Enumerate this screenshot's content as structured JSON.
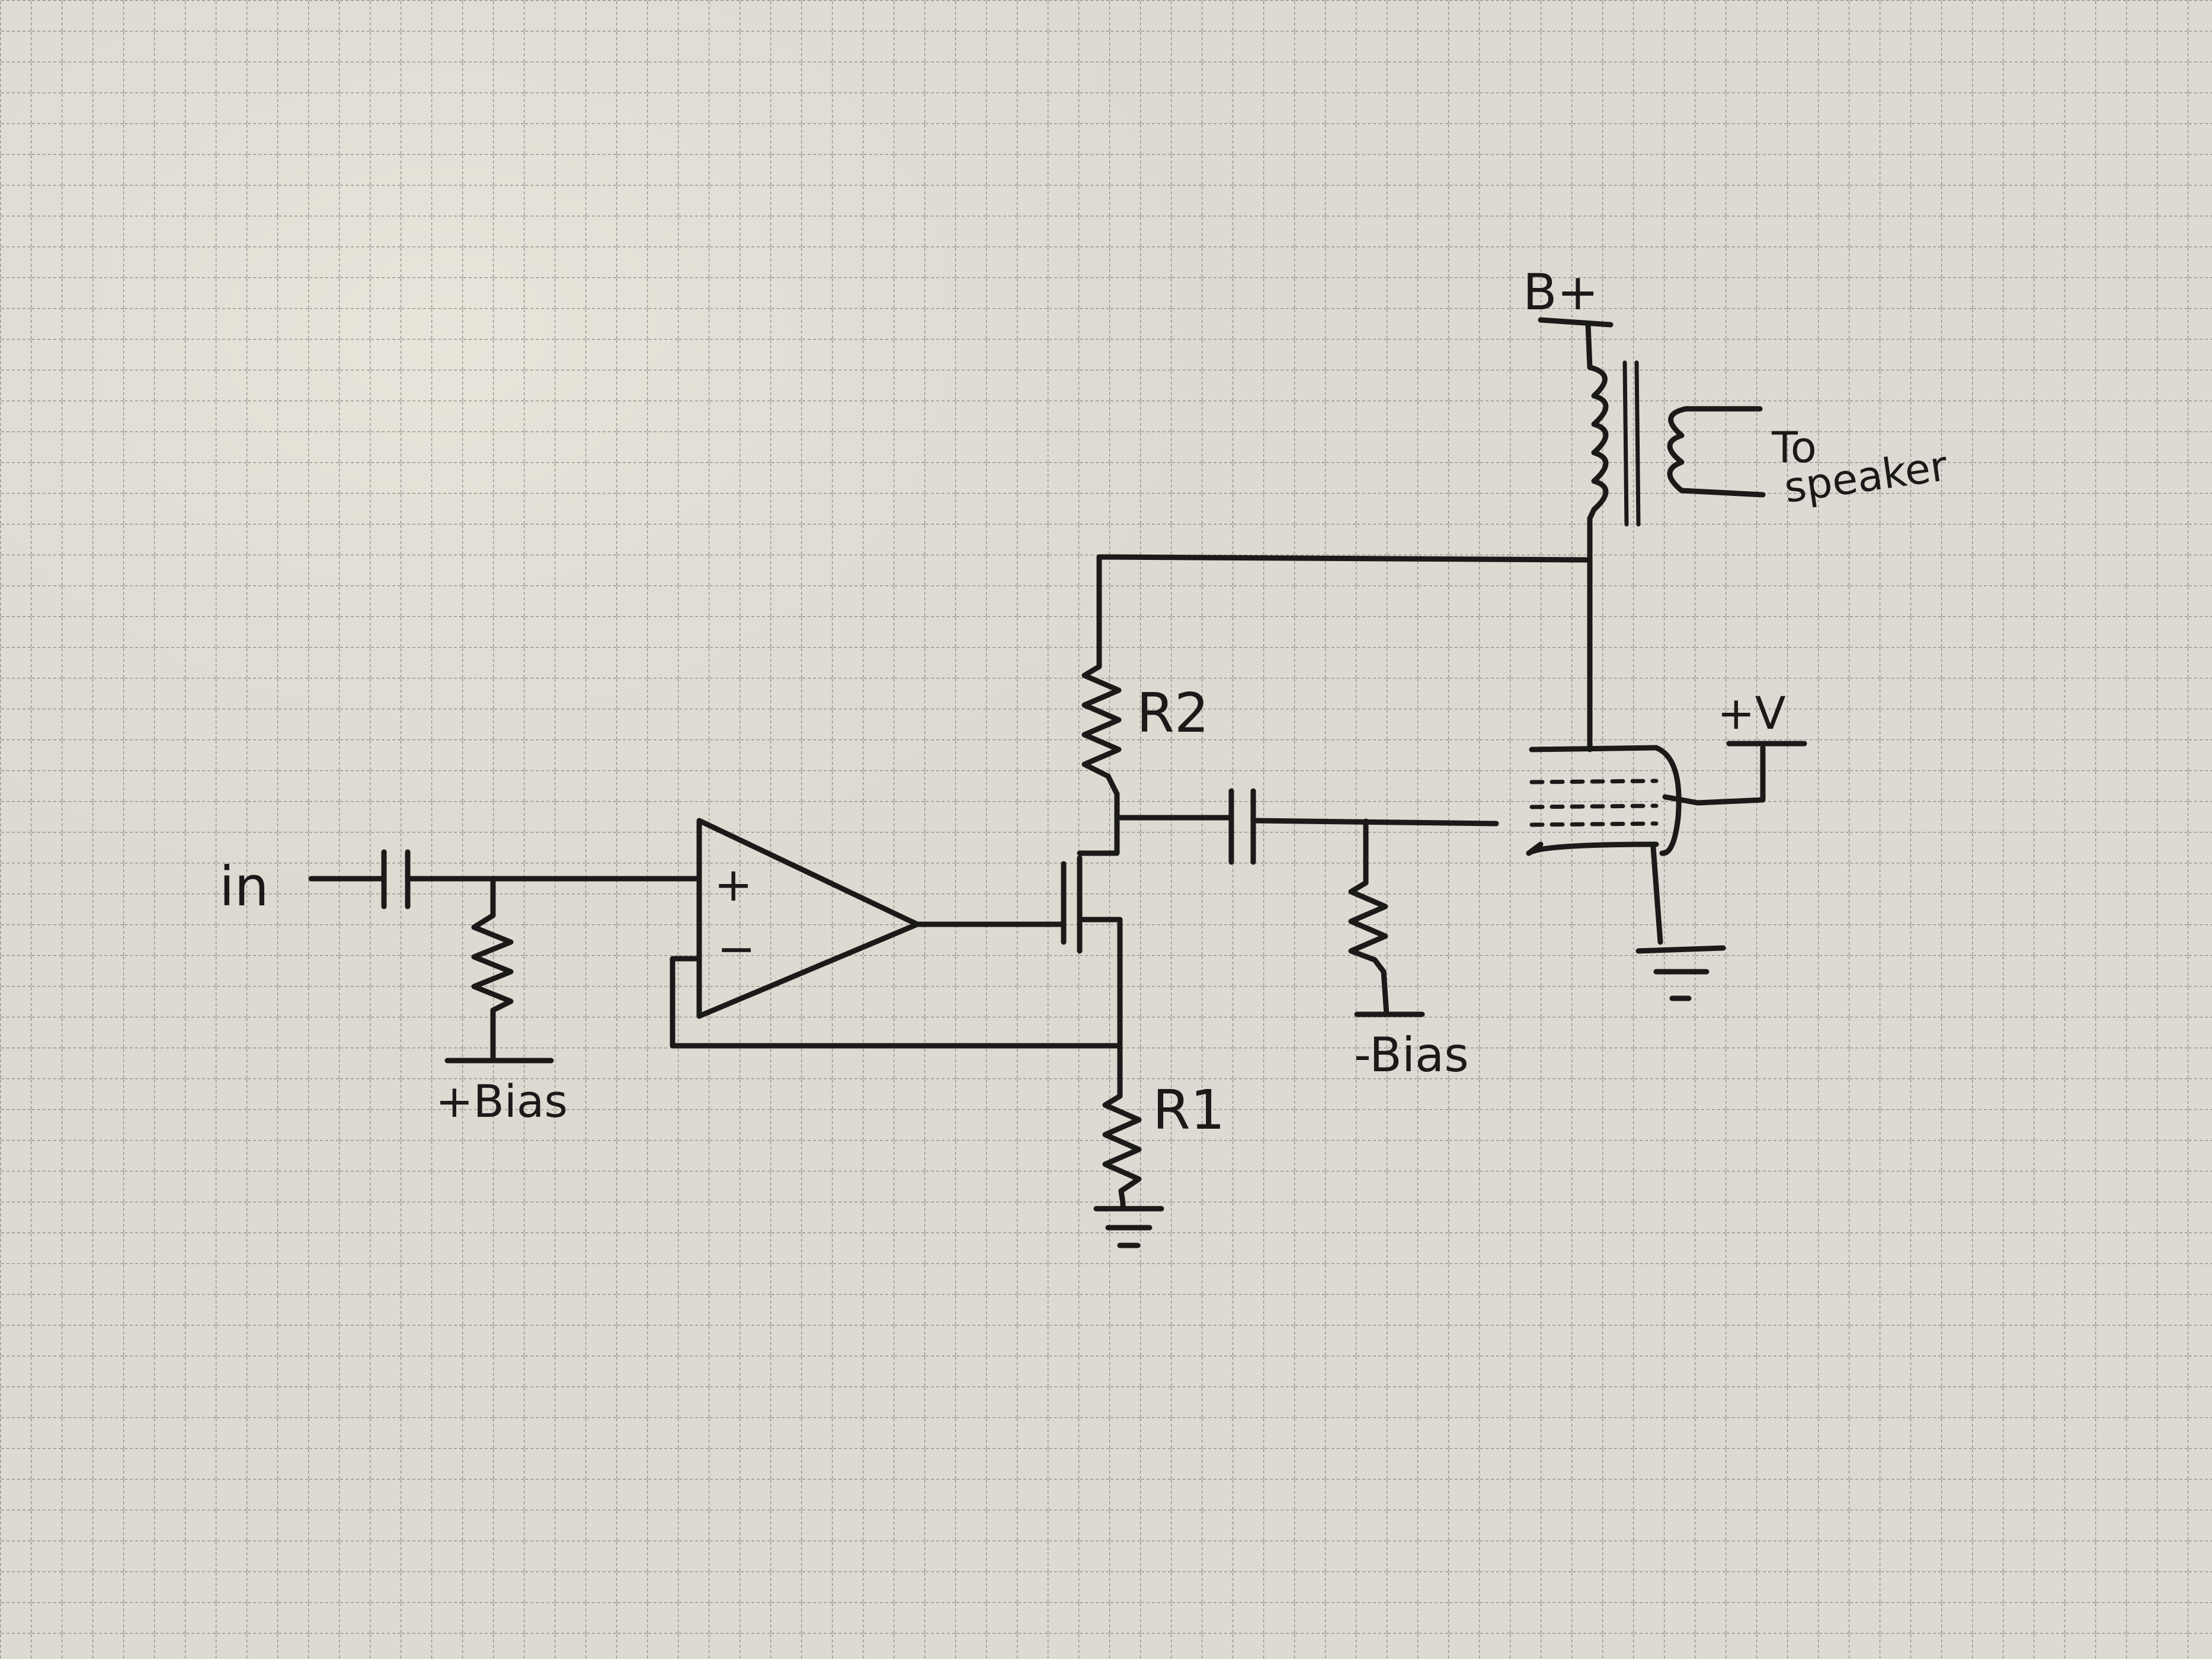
{
  "labels": {
    "input": "in",
    "opamp_plus": "+",
    "opamp_minus": "−",
    "bias_pos": "+Bias",
    "r2": "R2",
    "r1": "R1",
    "bias_neg": "-Bias",
    "b_plus": "B+",
    "to": "To",
    "speaker": "speaker",
    "plus_v": "+V"
  },
  "colors": {
    "ink": "#1b1a18",
    "paper": "#dcdad2",
    "grid": "#8c8a84"
  }
}
